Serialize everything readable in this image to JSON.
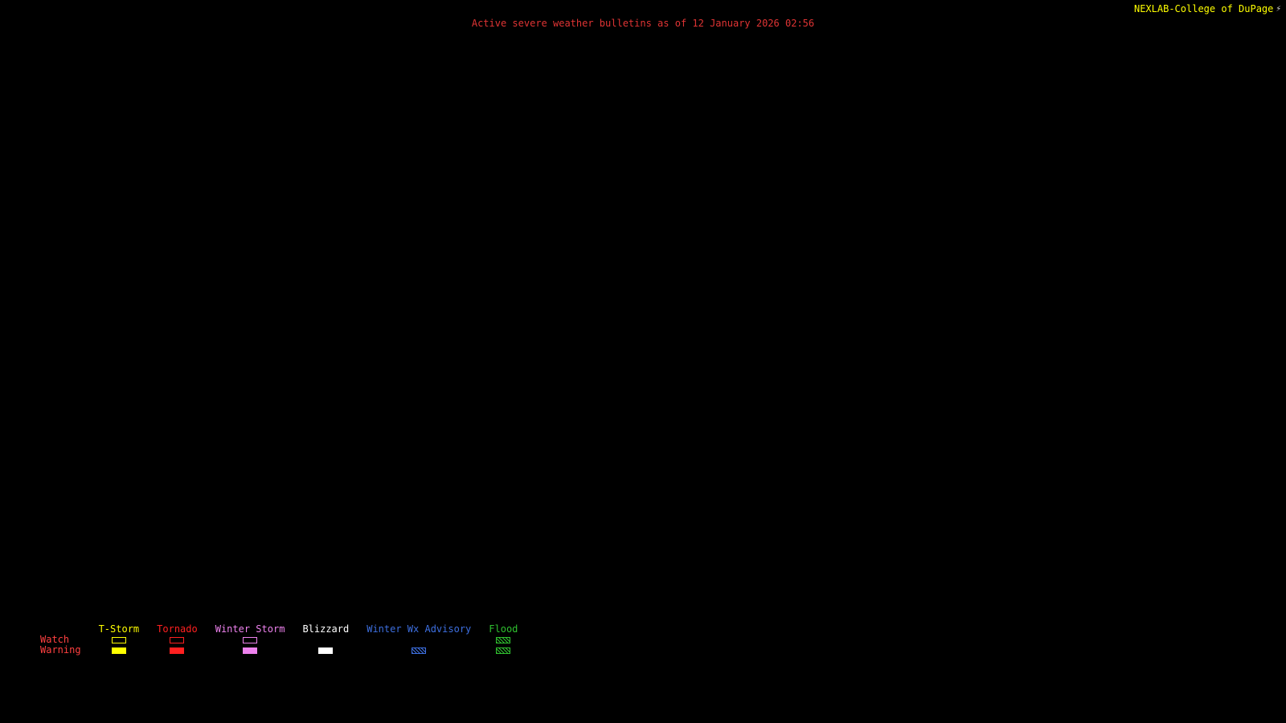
{
  "header": {
    "brand": "NEXLAB-College of DuPage",
    "brand_color": "#ffff00",
    "brand_icon": "lightning-icon",
    "title": "Active severe weather bulletins as of 12 January 2026 02:56",
    "title_color": "#e03434"
  },
  "legend": {
    "watch_label": "Watch",
    "warning_label": "Warning",
    "row_label_color": "#ff4040",
    "columns": [
      {
        "label": "T-Storm",
        "color": "#ffff00",
        "watch": "outline",
        "warning": "filled"
      },
      {
        "label": "Tornado",
        "color": "#ff2020",
        "watch": "outline",
        "warning": "filled"
      },
      {
        "label": "Winter Storm",
        "color": "#ee82ee",
        "watch": "outline",
        "warning": "filled"
      },
      {
        "label": "Blizzard",
        "color": "#ffffff",
        "watch": "none",
        "warning": "filled"
      },
      {
        "label": "Winter Wx Advisory",
        "color": "#3d6fe0",
        "watch": "none",
        "warning": "hatched"
      },
      {
        "label": "Flood",
        "color": "#2fc02f",
        "watch": "hatched",
        "warning": "hatched"
      }
    ]
  }
}
